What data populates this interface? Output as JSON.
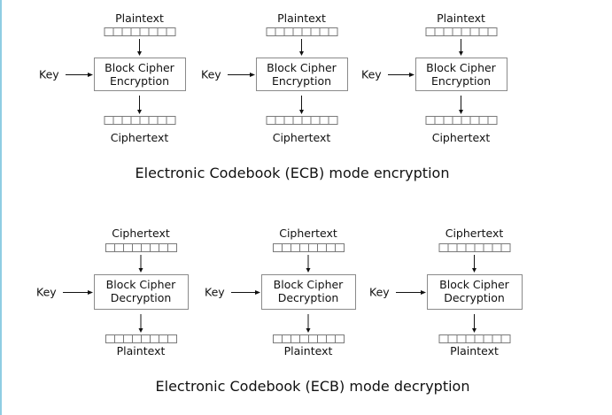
{
  "diagram": {
    "sections": [
      {
        "id": "encryption",
        "caption": "Electronic Codebook (ECB) mode encryption",
        "blocks": [
          {
            "input_label": "Plaintext",
            "cipher_line1": "Block Cipher",
            "cipher_line2": "Encryption",
            "key_label": "Key",
            "output_label": "Ciphertext"
          },
          {
            "input_label": "Plaintext",
            "cipher_line1": "Block Cipher",
            "cipher_line2": "Encryption",
            "key_label": "Key",
            "output_label": "Ciphertext"
          },
          {
            "input_label": "Plaintext",
            "cipher_line1": "Block Cipher",
            "cipher_line2": "Encryption",
            "key_label": "Key",
            "output_label": "Ciphertext"
          }
        ]
      },
      {
        "id": "decryption",
        "caption": "Electronic Codebook (ECB) mode decryption",
        "blocks": [
          {
            "input_label": "Ciphertext",
            "cipher_line1": "Block Cipher",
            "cipher_line2": "Decryption",
            "key_label": "Key",
            "output_label": "Plaintext"
          },
          {
            "input_label": "Ciphertext",
            "cipher_line1": "Block Cipher",
            "cipher_line2": "Decryption",
            "key_label": "Key",
            "output_label": "Plaintext"
          },
          {
            "input_label": "Ciphertext",
            "cipher_line1": "Block Cipher",
            "cipher_line2": "Decryption",
            "key_label": "Key",
            "output_label": "Plaintext"
          }
        ]
      }
    ],
    "register_cells": 8
  },
  "colors": {
    "border_accent": "#8fcde3",
    "box_stroke": "#8a8a8a",
    "text": "#111111"
  }
}
